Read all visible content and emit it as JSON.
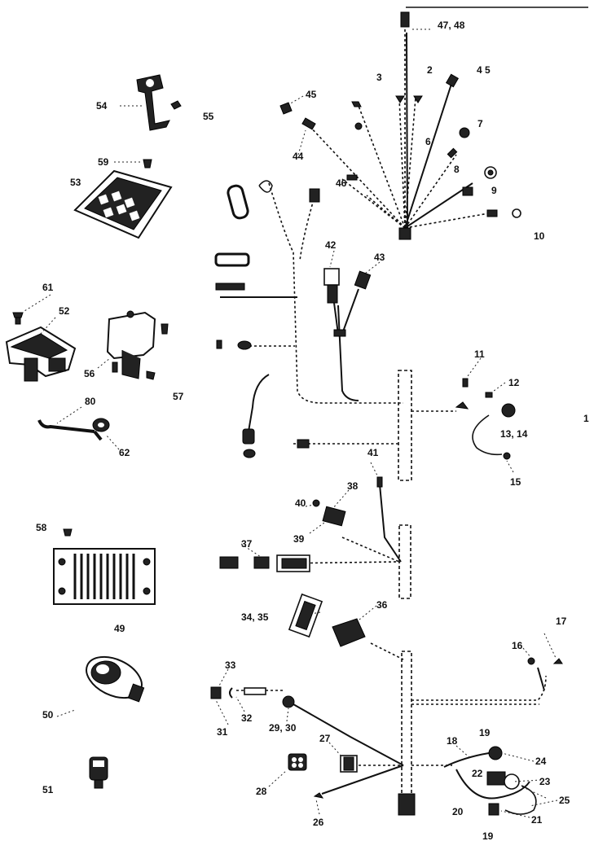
{
  "diagram": {
    "callouts": {
      "c1": "1",
      "c2": "2",
      "c3": "3",
      "c45_top": "4  5",
      "c6": "6",
      "c7": "7",
      "c8": "8",
      "c9": "9",
      "c10": "10",
      "c11": "11",
      "c12": "12",
      "c1314": "13, 14",
      "c15": "15",
      "c16": "16",
      "c17": "17",
      "c18": "18",
      "c19a": "19",
      "c19b": "19",
      "c20": "20",
      "c21": "21",
      "c22": "22",
      "c23": "23",
      "c24": "24",
      "c25": "25",
      "c26": "26",
      "c27": "27",
      "c28": "28",
      "c2930": "29, 30",
      "c31": "31",
      "c32": "32",
      "c33": "33",
      "c3435": "34, 35",
      "c36": "36",
      "c37": "37",
      "c38": "38",
      "c39": "39",
      "c40": "40",
      "c41": "41",
      "c42": "42",
      "c43": "43",
      "c44": "44",
      "c45": "45",
      "c46": "46",
      "c4748": "47, 48",
      "c49": "49",
      "c50": "50",
      "c51": "51",
      "c52": "52",
      "c53": "53",
      "c54": "54",
      "c55": "55",
      "c56": "56",
      "c57": "57",
      "c58": "58",
      "c59": "59",
      "c61": "61",
      "c62": "62",
      "c80": "80"
    }
  }
}
